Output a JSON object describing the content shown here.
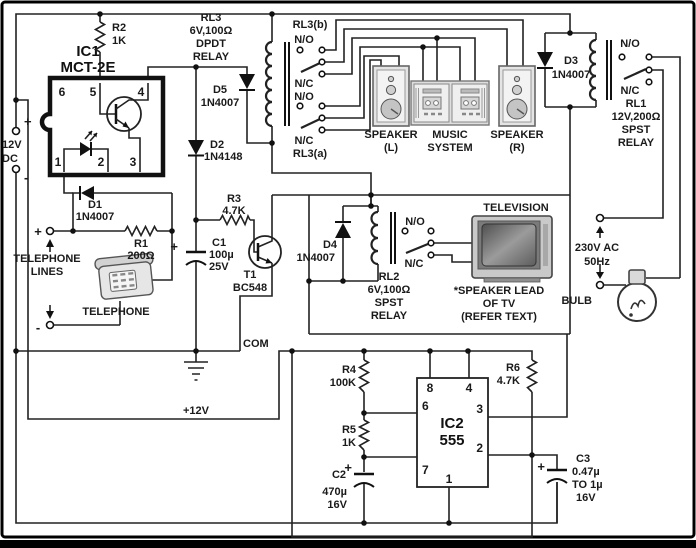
{
  "diagram": {
    "supply": {
      "v1": "12V",
      "v2": "DC",
      "plus": "+",
      "minus": "-",
      "rail": "+12V",
      "mains1": "230V AC",
      "mains2": "50Hz"
    },
    "ic1": {
      "ref": "IC1",
      "part": "MCT-2E",
      "p1": "1",
      "p2": "2",
      "p3": "3",
      "p4": "4",
      "p5": "5",
      "p6": "6"
    },
    "ic2": {
      "ref": "IC2",
      "part": "555",
      "p1": "1",
      "p2": "2",
      "p3": "3",
      "p4": "4",
      "p6": "6",
      "p7": "7",
      "p8": "8"
    },
    "r1": {
      "ref": "R1",
      "val": "200Ω"
    },
    "r2": {
      "ref": "R2",
      "val": "1K"
    },
    "r3": {
      "ref": "R3",
      "val": "4.7K"
    },
    "r4": {
      "ref": "R4",
      "val": "100K"
    },
    "r5": {
      "ref": "R5",
      "val": "1K"
    },
    "r6": {
      "ref": "R6",
      "val": "4.7K"
    },
    "c1": {
      "ref": "C1",
      "l1": "100µ",
      "l2": "25V"
    },
    "c2": {
      "ref": "C2",
      "l1": "470µ",
      "l2": "16V"
    },
    "c3": {
      "ref": "C3",
      "l1": "0.47µ",
      "l2": "TO 1µ",
      "l3": "16V"
    },
    "d1": {
      "ref": "D1",
      "val": "1N4007"
    },
    "d2": {
      "ref": "D2",
      "val": "1N4148"
    },
    "d3": {
      "ref": "D3",
      "val": "1N4007"
    },
    "d4": {
      "ref": "D4",
      "val": "1N4007"
    },
    "d5": {
      "ref": "D5",
      "val": "1N4007"
    },
    "t1": {
      "ref": "T1",
      "val": "BC548"
    },
    "rl1": {
      "ref": "RL1",
      "spec": "12V,200Ω",
      "type": "SPST",
      "kind": "RELAY",
      "no": "N/O",
      "nc": "N/C"
    },
    "rl2": {
      "ref": "RL2",
      "spec": "6V,100Ω",
      "type": "SPST",
      "kind": "RELAY",
      "no": "N/O",
      "nc": "N/C"
    },
    "rl3": {
      "ref": "RL3",
      "spec": "6V,100Ω",
      "type": "DPDT",
      "kind": "RELAY",
      "a": "RL3(a)",
      "b": "RL3(b)",
      "no": "N/O",
      "nc": "N/C",
      "no2": "N/O",
      "nc2": "N/C"
    },
    "labels": {
      "com": "COM",
      "bulb": "BULB",
      "television": "TELEVISION",
      "tv_note1": "*SPEAKER LEAD",
      "tv_note2": "OF TV",
      "tv_note3": "(REFER TEXT)",
      "spk": "SPEAKER",
      "spk_l": "(L)",
      "spk_r": "(R)",
      "music1": "MUSIC",
      "music2": "SYSTEM",
      "tel1": "TELEPHONE",
      "tel2": "LINES",
      "telephone": "TELEPHONE",
      "tel_plus": "+",
      "tel_minus": "-"
    }
  }
}
